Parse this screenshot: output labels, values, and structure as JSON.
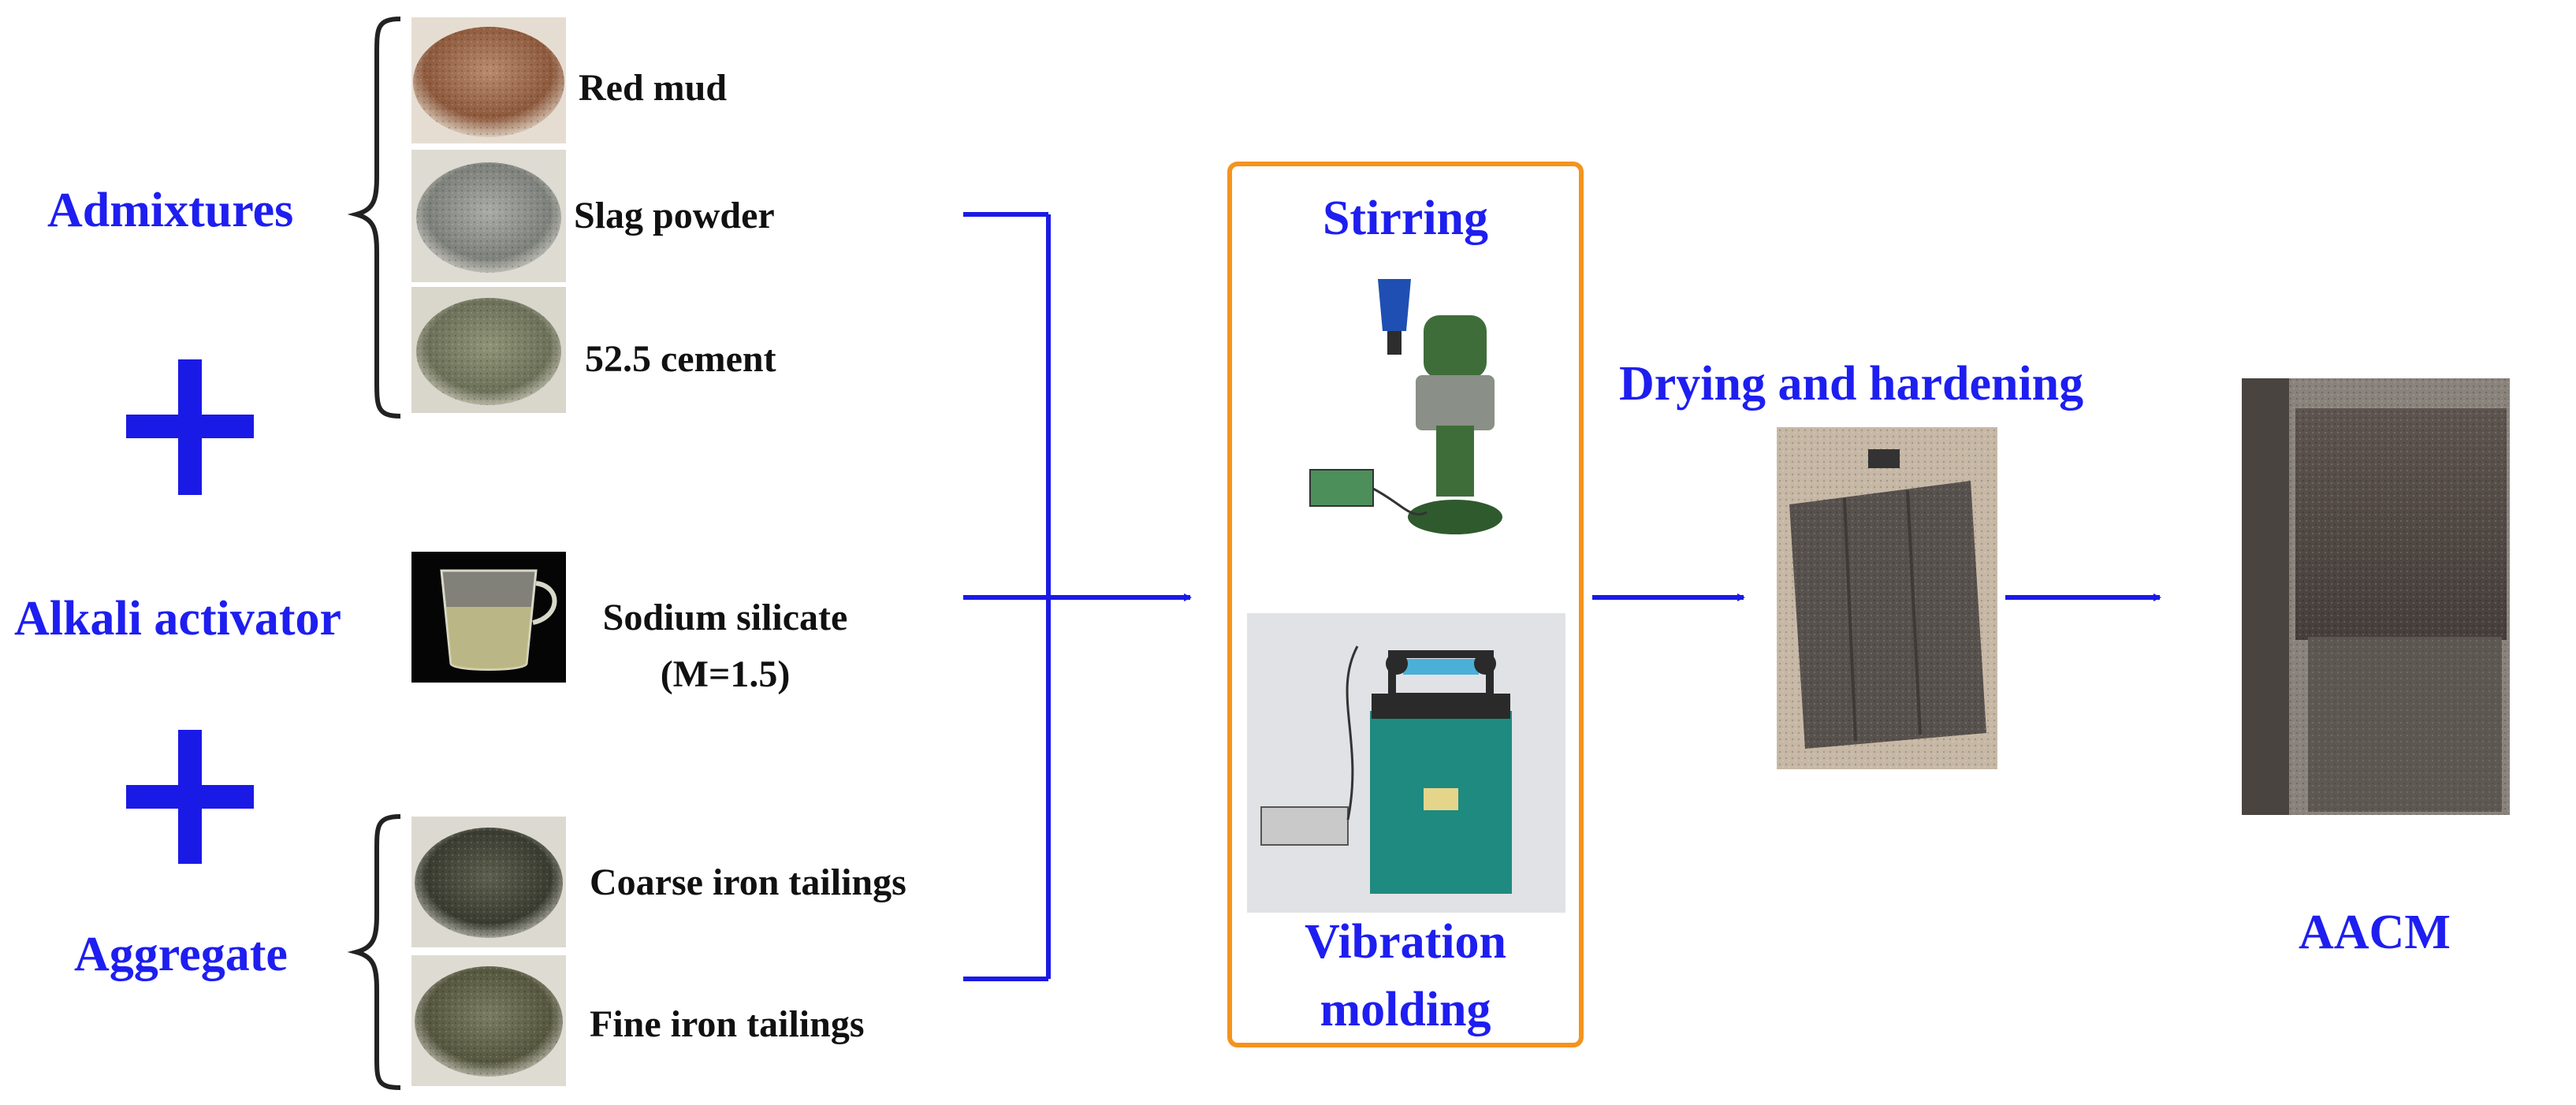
{
  "colors": {
    "label_blue": "#1e1ef0",
    "arrow_blue": "#1a1ae6",
    "process_box_border": "#f4931f",
    "text_black": "#111111"
  },
  "groups": {
    "admixtures": {
      "label": "Admixtures",
      "items": [
        {
          "label": "Red mud"
        },
        {
          "label": "Slag powder"
        },
        {
          "label": "52.5 cement"
        }
      ]
    },
    "alkali_activator": {
      "label": "Alkali activator",
      "item_line1": "Sodium silicate",
      "item_line2": "(M=1.5)"
    },
    "aggregate": {
      "label": "Aggregate",
      "items": [
        {
          "label": "Coarse iron tailings"
        },
        {
          "label": "Fine iron tailings"
        }
      ]
    }
  },
  "process": {
    "stirring": "Stirring",
    "vibration_line1": "Vibration",
    "vibration_line2": "molding"
  },
  "drying": {
    "label": "Drying and hardening"
  },
  "product": {
    "label": "AACM"
  },
  "icons": [
    "plus-icon",
    "curly-brace-icon",
    "arrow-right-icon"
  ]
}
